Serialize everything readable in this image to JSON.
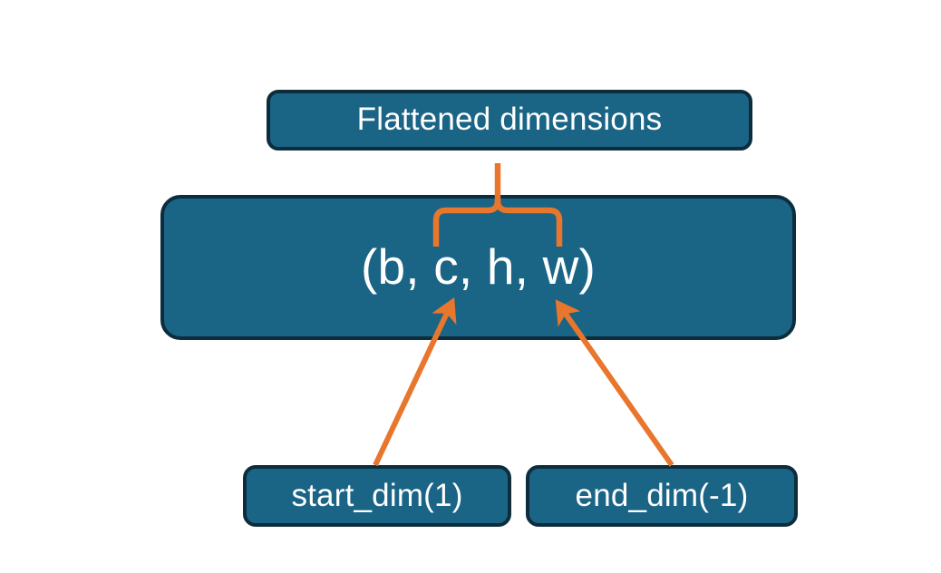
{
  "diagram": {
    "title": "Flatten dimensions diagram",
    "background_color": "#ffffff",
    "node_fill_color": "#1a6486",
    "node_border_color": "#0d2d3d",
    "node_text_color": "#ffffff",
    "connector_color": "#e8762c"
  },
  "nodes": {
    "flattened": {
      "label": "Flattened dimensions"
    },
    "shape": {
      "label": "(b, c, h, w)"
    },
    "start_dim": {
      "label": "start_dim(1)"
    },
    "end_dim": {
      "label": "end_dim(-1)"
    }
  },
  "connectors": {
    "brace": {
      "name": "curly-brace",
      "points_to": "Flattened dimensions",
      "spans": "c, h, w"
    },
    "arrow_start_dim": {
      "name": "arrow-start-dim",
      "from": "start_dim(1)",
      "to": "c"
    },
    "arrow_end_dim": {
      "name": "arrow-end-dim",
      "from": "end_dim(-1)",
      "to": "w"
    }
  }
}
